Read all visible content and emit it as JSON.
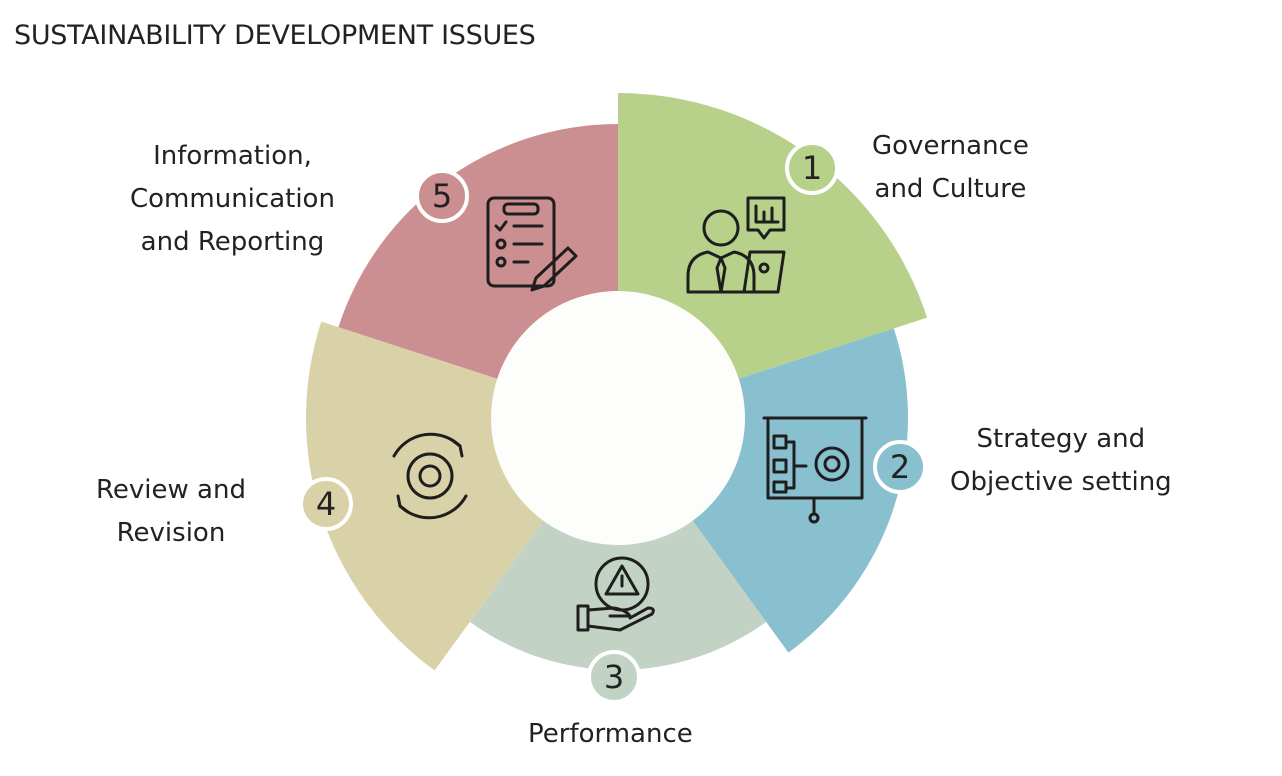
{
  "title": "SUSTAINABILITY  DEVELOPMENT ISSUES",
  "segments": [
    {
      "number": "1",
      "label_lines": [
        "Governance",
        "and Culture"
      ],
      "color": "#b7d08a",
      "icon": "businessman-presentation-icon"
    },
    {
      "number": "2",
      "label_lines": [
        "Strategy and",
        "Objective setting"
      ],
      "color": "#89c0cf",
      "icon": "strategy-board-gear-icon"
    },
    {
      "number": "3",
      "label_lines": [
        "Performance"
      ],
      "color": "#c2d3c6",
      "icon": "hand-gear-warning-icon"
    },
    {
      "number": "4",
      "label_lines": [
        "Review and",
        "Revision"
      ],
      "color": "#d9d2a8",
      "icon": "gear-refresh-icon"
    },
    {
      "number": "5",
      "label_lines": [
        "Information,",
        "Communication",
        "and Reporting"
      ],
      "color": "#cc8f91",
      "icon": "checklist-pencil-icon"
    }
  ],
  "center_color": "#fdfdfb"
}
